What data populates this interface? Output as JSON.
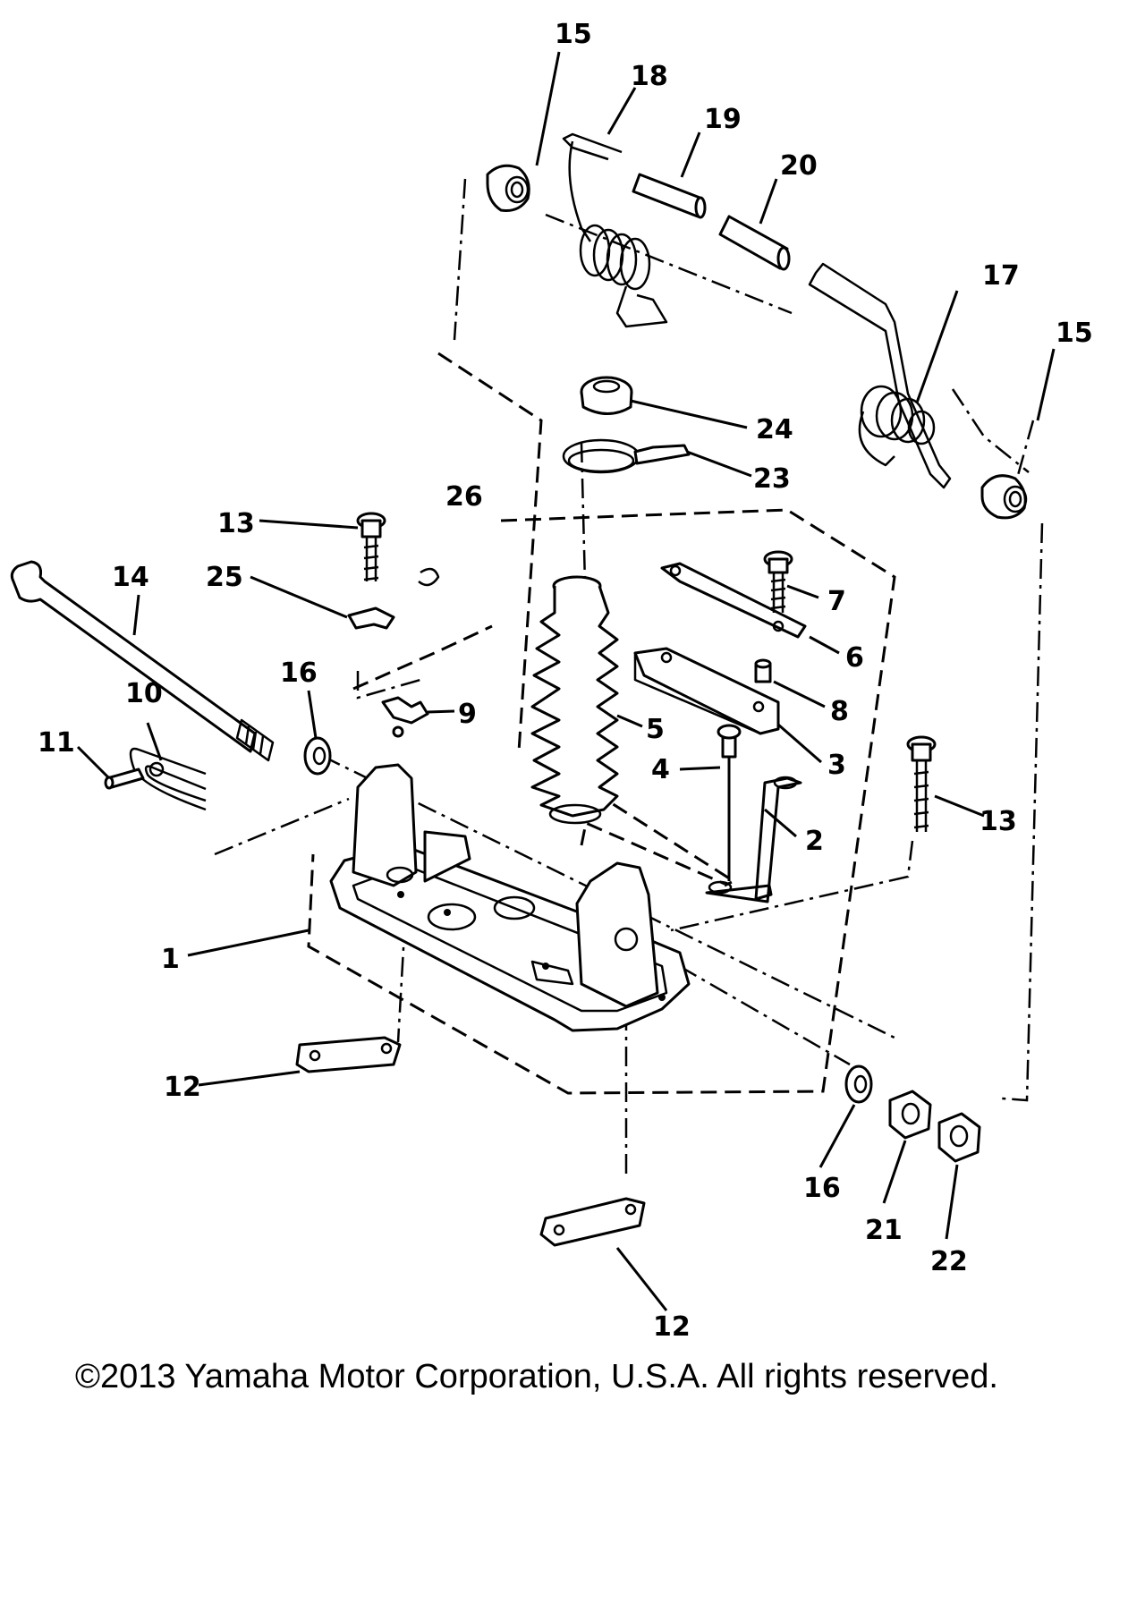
{
  "labels": {
    "l1": "1",
    "l2": "2",
    "l3": "3",
    "l4": "4",
    "l5": "5",
    "l6": "6",
    "l7": "7",
    "l8": "8",
    "l9": "9",
    "l10": "10",
    "l11": "11",
    "l12a": "12",
    "l12b": "12",
    "l13a": "13",
    "l13b": "13",
    "l14": "14",
    "l15a": "15",
    "l15b": "15",
    "l16a": "16",
    "l16b": "16",
    "l17": "17",
    "l18": "18",
    "l19": "19",
    "l20": "20",
    "l21": "21",
    "l22": "22",
    "l23": "23",
    "l24": "24",
    "l25": "25",
    "l26": "26"
  },
  "copyright": "©2013 Yamaha Motor Corporation, U.S.A. All rights reserved."
}
